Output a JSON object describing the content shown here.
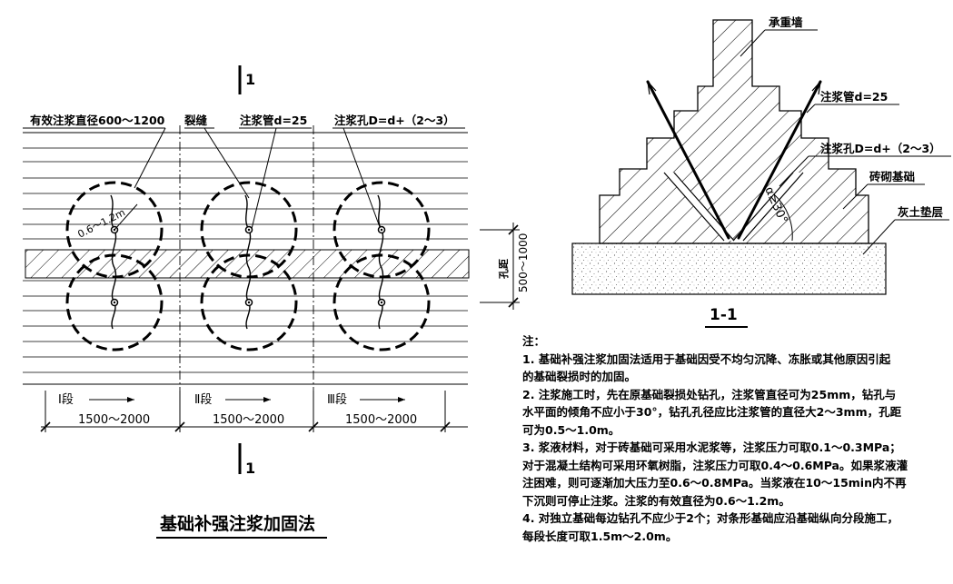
{
  "plan": {
    "title": "基础补强注浆加固法",
    "section_mark": "1",
    "label_effective_diameter": "有效注浆直径600～1200",
    "label_crack": "裂缝",
    "label_grout_pipe": "注浆管d=25",
    "label_grout_hole": "注浆孔D=d+（2～3）",
    "label_radius": "0.6～1.2m",
    "label_hole_spacing_name": "孔距",
    "label_hole_spacing_value": "500～1000",
    "segments": [
      {
        "name": "Ⅰ段",
        "length": "1500～2000"
      },
      {
        "name": "Ⅱ段",
        "length": "1500～2000"
      },
      {
        "name": "Ⅲ段",
        "length": "1500～2000"
      }
    ]
  },
  "section": {
    "title": "1-1",
    "label_wall": "承重墙",
    "label_grout_pipe": "注浆管d=25",
    "label_grout_hole": "注浆孔D=d+（2～3）",
    "label_brick_foundation": "砖砌基础",
    "label_lime_soil": "灰土垫层",
    "label_angle": "α≥30°"
  },
  "notes": {
    "heading": "注：",
    "lines": [
      "1. 基础补强注浆加固法适用于基础因受不均匀沉降、冻胀或其他原因引起",
      "的基础裂损时的加固。",
      "2. 注浆施工时，先在原基础裂损处钻孔，注浆管直径可为25mm，钻孔与",
      "水平面的倾角不应小于30°，钻孔孔径应比注浆管的直径大2～3mm，孔距",
      "可为0.5～1.0m。",
      "3. 浆液材料，对于砖基础可采用水泥浆等，注浆压力可取0.1～0.3MPa；",
      "对于混凝土结构可采用环氧树脂，注浆压力可取0.4～0.6MPa。如果浆液灌",
      "注困难，则可逐渐加大压力至0.6～0.8MPa。当浆液在10～15min内不再",
      "下沉则可停止注浆。注浆的有效直径为0.6～1.2m。",
      "4. 对独立基础每边钻孔不应少于2个；对条形基础应沿基础纵向分段施工，",
      "每段长度可取1.5m～2.0m。"
    ]
  }
}
